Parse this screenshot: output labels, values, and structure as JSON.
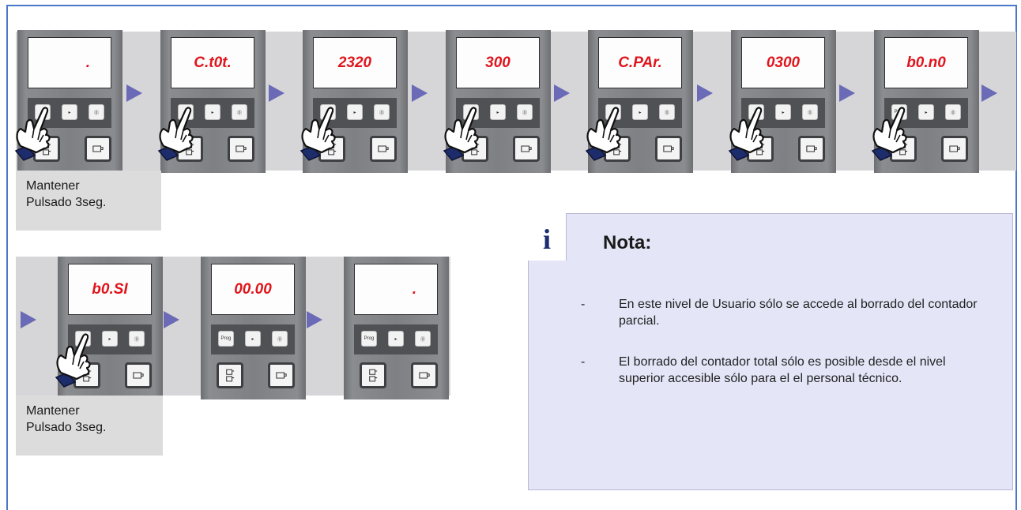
{
  "row1": {
    "panels": [
      {
        "display": ".",
        "prog_label": "",
        "hand": true
      },
      {
        "display": "C.t0t.",
        "prog_label": "",
        "hand": true
      },
      {
        "display": "2320",
        "prog_label": "",
        "hand": true
      },
      {
        "display": "300",
        "prog_label": "",
        "hand": true
      },
      {
        "display": "C.PAr.",
        "prog_label": "",
        "hand": true
      },
      {
        "display": "0300",
        "prog_label": "",
        "hand": true
      },
      {
        "display": "b0.n0",
        "prog_label": "Prog",
        "hand": true
      }
    ],
    "hold_label_line1": "Mantener",
    "hold_label_line2": "Pulsado 3seg."
  },
  "row2": {
    "panels": [
      {
        "display": "b0.SI",
        "prog_label": "",
        "hand": true
      },
      {
        "display": "00.00",
        "prog_label": "Prog",
        "hand": false
      },
      {
        "display": ".",
        "prog_label": "Prog",
        "hand": false
      }
    ],
    "hold_label_line1": "Mantener",
    "hold_label_line2": "Pulsado 3seg."
  },
  "note": {
    "icon": "info-icon",
    "icon_glyph": "i",
    "title": "Nota:",
    "items": [
      {
        "dash": "-",
        "text": "En este nivel de Usuario sólo se accede al borrado del contador parcial."
      },
      {
        "dash": "-",
        "text": "El borrado del contador  total sólo es posible desde el nivel superior accesible sólo para el el personal técnico."
      }
    ]
  },
  "colors": {
    "display_text": "#e0151c",
    "arrow": "#6a6ab6",
    "frame": "#4a78c8",
    "note_bg": "#e4e6f8"
  }
}
